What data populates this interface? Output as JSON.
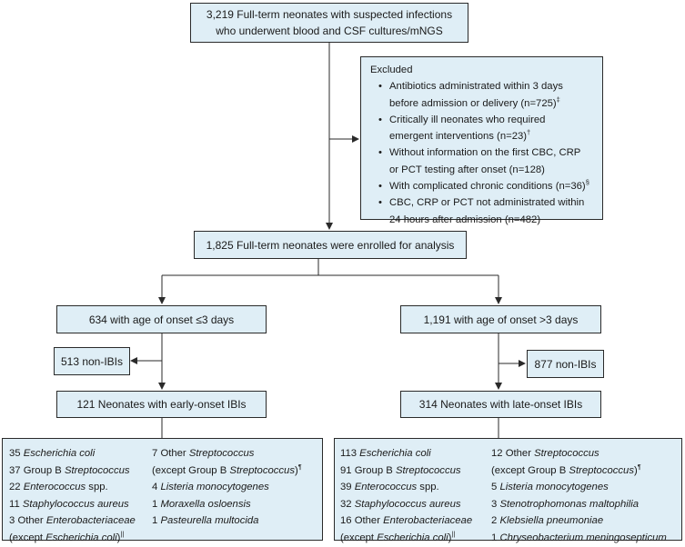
{
  "top_box": {
    "line1": "3,219 Full-term neonates with suspected infections",
    "line2": "who underwent blood and CSF cultures/mNGS"
  },
  "excluded": {
    "title": "Excluded",
    "items": [
      {
        "l1": "Antibiotics administrated within 3 days",
        "l2": "before admission or delivery (n=725)",
        "sup": "‡"
      },
      {
        "l1": "Critically ill neonates who required",
        "l2": "emergent interventions (n=23)",
        "sup": "†"
      },
      {
        "l1": "Without information on the first CBC, CRP",
        "l2": "or PCT testing after onset (n=128)",
        "sup": ""
      },
      {
        "l1": "With complicated chronic conditions (n=36)",
        "l2": "",
        "sup": "§"
      },
      {
        "l1": "CBC, CRP or PCT not administrated within",
        "l2": "24 hours after admission (n=482)",
        "sup": ""
      }
    ]
  },
  "enrolled": "1,825 Full-term neonates were enrolled for analysis",
  "left": {
    "group": "634 with age of onset ≤3 days",
    "non_ibi": "513 non-IBIs",
    "ibi": "121 Neonates with early-onset IBIs",
    "col1": [
      {
        "num": "35",
        "name": "Escherichia coli",
        "italic": true
      },
      {
        "num": "37",
        "pre": "Group B",
        "name": "Streptococcus",
        "italic": true
      },
      {
        "num": "22",
        "name": "Enterococcus",
        "post": " spp.",
        "italic": true
      },
      {
        "num": "11",
        "name": "Staphylococcus aureus",
        "italic": true
      },
      {
        "num": "3",
        "pre": "Other",
        "name": "Enterobacteriaceae",
        "italic": true
      },
      {
        "num": "",
        "pre": "(except",
        "name": "Escherichia coli",
        "post": ")",
        "sup": "||",
        "italic": true
      }
    ],
    "col2": [
      {
        "num": "7",
        "pre": "Other",
        "name": "Streptococcus",
        "italic": true
      },
      {
        "num": "",
        "pre": "(except Group B",
        "name": "Streptococcus",
        "post": ")",
        "sup": "¶",
        "italic": true
      },
      {
        "num": "4",
        "name": "Listeria monocytogenes",
        "italic": true
      },
      {
        "num": "1",
        "name": "Moraxella osloensis",
        "italic": true
      },
      {
        "num": "1",
        "name": "Pasteurella multocida",
        "italic": true
      }
    ]
  },
  "right": {
    "group": "1,191 with age of onset >3 days",
    "non_ibi": "877 non-IBIs",
    "ibi": "314 Neonates with late-onset IBIs",
    "col1": [
      {
        "num": "113",
        "name": "Escherichia coli",
        "italic": true
      },
      {
        "num": "91",
        "pre": "Group B",
        "name": "Streptococcus",
        "italic": true
      },
      {
        "num": "39",
        "name": "Enterococcus",
        "post": " spp.",
        "italic": true
      },
      {
        "num": "32",
        "name": "Staphylococcus aureus",
        "italic": true
      },
      {
        "num": "16",
        "pre": "Other",
        "name": "Enterobacteriaceae",
        "italic": true
      },
      {
        "num": "",
        "pre": "(except",
        "name": "Escherichia coli",
        "post": ")",
        "sup": "||",
        "italic": true
      }
    ],
    "col2": [
      {
        "num": "12",
        "pre": "Other",
        "name": "Streptococcus",
        "italic": true
      },
      {
        "num": "",
        "pre": "(except Group B",
        "name": "Streptococcus",
        "post": ")",
        "sup": "¶",
        "italic": true
      },
      {
        "num": "5",
        "name": "Listeria monocytogenes",
        "italic": true
      },
      {
        "num": "3",
        "name": "Stenotrophomonas maltophilia",
        "italic": true
      },
      {
        "num": "2",
        "name": "Klebsiella pneumoniae",
        "italic": true
      },
      {
        "num": "1",
        "name": "Chryseobacterium meningosepticum",
        "italic": true
      }
    ]
  },
  "colors": {
    "box_fill": "#dfeef6",
    "line": "#2a2a2a"
  }
}
